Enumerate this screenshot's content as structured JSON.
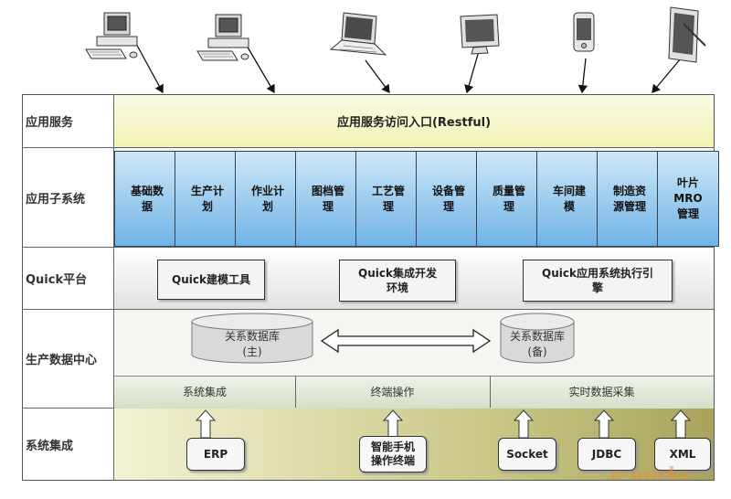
{
  "rows": {
    "app_service": "应用服务",
    "app_subsystem": "应用子系统",
    "quick_platform": "Quick平台",
    "data_center": "生产数据中心",
    "integration": "系统集成"
  },
  "entry": "应用服务访问入口(Restful)",
  "subsystems": [
    {
      "line1": "基础数",
      "line2": "据"
    },
    {
      "line1": "生产计",
      "line2": "划"
    },
    {
      "line1": "作业计",
      "line2": "划"
    },
    {
      "line1": "图档管",
      "line2": "理"
    },
    {
      "line1": "工艺管",
      "line2": "理"
    },
    {
      "line1": "设备管",
      "line2": "理"
    },
    {
      "line1": "质量管",
      "line2": "理"
    },
    {
      "line1": "车间建",
      "line2": "模"
    },
    {
      "line1": "制造资",
      "line2": "源管理"
    },
    {
      "line1": "叶片",
      "line2": "MRO",
      "line3": "管理"
    }
  ],
  "quick": {
    "modeling": "Quick建模工具",
    "dev_env_1": "Quick集成开发",
    "dev_env_2": "环境",
    "engine_1": "Quick应用系统执行引",
    "engine_2": "擎"
  },
  "db": {
    "primary_1": "关系数据库",
    "primary_2": "(主)",
    "backup_1": "关系数据库",
    "backup_2": "(备)"
  },
  "segments": {
    "integration": "系统集成",
    "terminal": "终端操作",
    "realtime": "实时数据采集"
  },
  "sources": {
    "erp": "ERP",
    "mobile_1": "智能手机",
    "mobile_2": "操作终端",
    "socket": "Socket",
    "jdbc": "JDBC",
    "xml": "XML"
  },
  "watermark": "e-works",
  "device_icons": [
    "desktop-computer-icon",
    "desktop-computer-icon",
    "laptop-icon",
    "monitor-icon",
    "smartphone-icon",
    "tablet-icon"
  ]
}
